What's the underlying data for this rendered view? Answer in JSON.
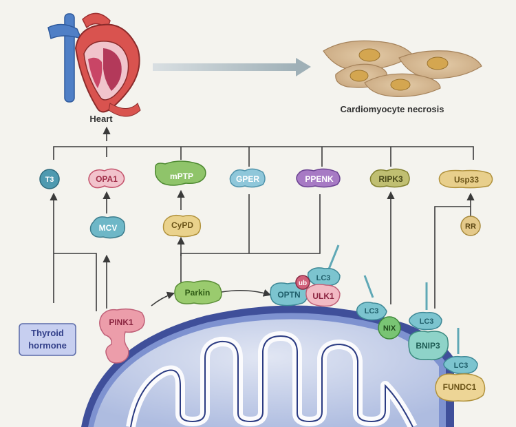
{
  "labels": {
    "heart": "Heart",
    "necrosis": "Cardiomyocyte necrosis"
  },
  "proteins": {
    "t3": "T3",
    "opa1": "OPA1",
    "mptp": "mPTP",
    "gper": "GPER",
    "ppenk": "PPENK",
    "ripk3": "RIPK3",
    "usp33": "Usp33",
    "mcv": "MCV",
    "cypd": "CyPD",
    "rr": "RR",
    "parkin": "Parkin",
    "pink1": "PINK1",
    "optn": "OPTN",
    "ub": "ub",
    "ulk1": "ULK1",
    "nix": "NIX",
    "bnip3": "BNIP3",
    "fundc1": "FUNDC1",
    "lc3": "LC3"
  },
  "thyroid": {
    "line1": "Thyroid",
    "line2": "hormone"
  },
  "colors": {
    "background": "#f4f3ee",
    "pathway_line": "#3a3a3a",
    "t3": "#4f9ab0",
    "opa1": "#e58d9e",
    "mptp": "#8fc46a",
    "gper": "#8fc7da",
    "ppenk": "#a77ac4",
    "ripk3": "#c0bf72",
    "usp33": "#e8cf8c",
    "mcv": "#6eb7c7",
    "cypd": "#ead28c",
    "rr": "#e4c98a",
    "parkin": "#9acb6e",
    "pink1": "#e89ca8",
    "lc3": "#7cc4cf",
    "ub": "#d0607a",
    "nix": "#79c474",
    "bnip3": "#8ed3c8",
    "fundc1": "#edd596",
    "thyroid_box": "#c7cff0",
    "mito_outer": "#5068b3",
    "mito_inner": "#cfd7ec"
  }
}
